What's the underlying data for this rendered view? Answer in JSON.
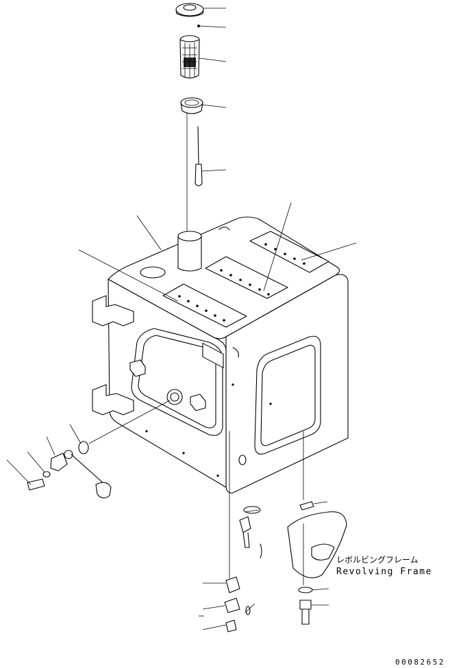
{
  "drawing": {
    "frame_label_jp": "レボルビングフレーム",
    "frame_label_en": "Revolving Frame",
    "drawing_number": "00082652"
  },
  "colors": {
    "ink": "#000000",
    "paper": "#ffffff"
  }
}
